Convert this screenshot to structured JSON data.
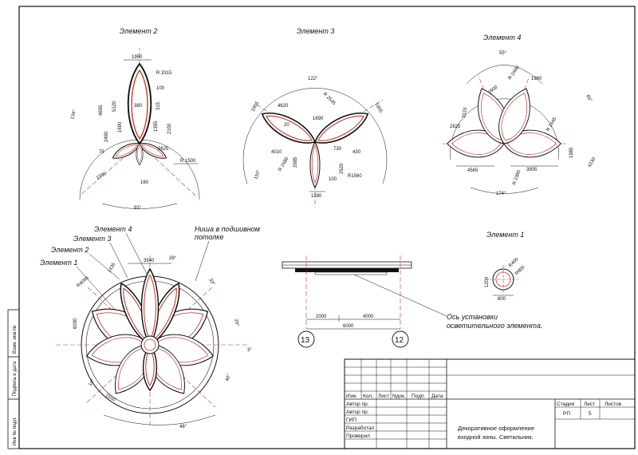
{
  "elements": {
    "e2": {
      "title": "Элемент 2",
      "dims": [
        "1950",
        "R 3315",
        "100",
        "4695",
        "5120",
        "380",
        "315",
        "2490",
        "1690",
        "1355",
        "2100",
        "75",
        "2625",
        "R 1500",
        "1590",
        "160",
        "134°",
        "93°"
      ]
    },
    "e3": {
      "title": "Элемент 3",
      "dims": [
        "122°",
        "1955",
        "4620",
        "R 2545",
        "1955",
        "1690",
        "20",
        "4010",
        "R 2480",
        "2985",
        "730",
        "430",
        "2520",
        "R1560",
        "100",
        "1280",
        "110°"
      ]
    },
    "e4": {
      "title": "Элемент 4",
      "dims": [
        "55°",
        "1980",
        "R 2480",
        "2900",
        "3125",
        "65°",
        "2825",
        "R 2445",
        "1985",
        "4230",
        "4565",
        "3905",
        "R 2380",
        "174°"
      ]
    },
    "assembly": {
      "labels": [
        "Элемент 4",
        "Элемент 3",
        "Элемент 2",
        "Элемент 1"
      ],
      "niche": [
        "Ниша в подшивном",
        "потолке"
      ],
      "dims": [
        "3540",
        "1435",
        "R4095",
        "28°",
        "33°",
        "29°",
        "3°",
        "6030",
        "40°",
        "14°",
        "1550",
        "46°"
      ]
    },
    "section": {
      "dims": [
        "2000",
        "4000",
        "6000"
      ],
      "axis_label": [
        "Ось установки",
        "осветительного элемента."
      ],
      "axes": [
        "13",
        "12"
      ]
    },
    "e1": {
      "title": "Элемент 1",
      "dims": [
        "R400",
        "R600",
        "1200",
        "800"
      ]
    }
  },
  "title_block": {
    "cols": [
      "Изм.",
      "Кол.",
      "Лист",
      "Nдок.",
      "Подп.",
      "Дата"
    ],
    "roles": [
      "Автор пр.",
      "Автор пр.",
      "ГИП",
      "Разработал",
      "Проверил"
    ],
    "stage_head": [
      "Стадия",
      "Лист",
      "Листов"
    ],
    "stage_vals": [
      "РП",
      "5",
      ""
    ],
    "description": [
      "Декоративное оформление",
      "входной зоны. Светильник."
    ]
  },
  "side_stamp": [
    "Инв № подл.",
    "Подпись и дата",
    "Взам. инв.№"
  ]
}
